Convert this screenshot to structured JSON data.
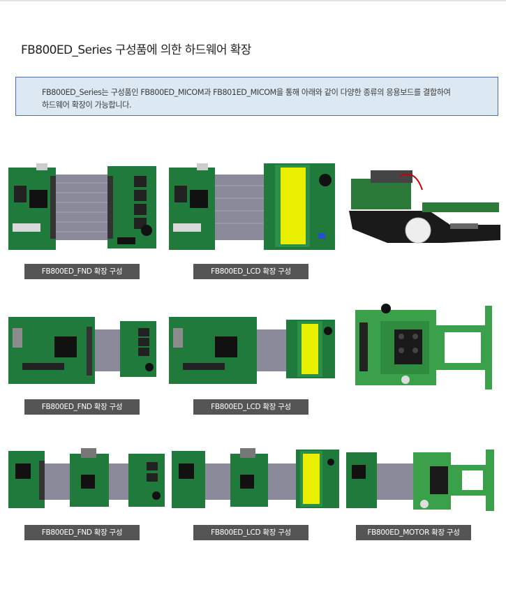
{
  "header": {
    "title": "FB800ED_Series 구성품에 의한 하드웨어 확장"
  },
  "description": {
    "line1": "FB800ED_Series는 구성품인 FB800ED_MICOM과 FB801ED_MICOM을 통해 아래와 같이 다양한 종류의 응용보드를 결합하여",
    "line2": "하드웨어 확장이 가능합니다."
  },
  "colors": {
    "caption_bg": "#555555",
    "box_bg": "#dde9f2",
    "box_border": "#4d6fa3",
    "pcb_green": "#1f7a3c",
    "ribbon": "#8a8a9a",
    "lcd_yellow": "#e8f000"
  },
  "rows": [
    {
      "items": [
        {
          "caption": "FB800ED_FND 확장 구성",
          "kind": "fnd"
        },
        {
          "caption": "FB800ED_LCD 확장 구성",
          "kind": "lcd"
        },
        {
          "caption": "",
          "kind": "robot"
        }
      ]
    },
    {
      "items": [
        {
          "caption": "FB800ED_FND 확장 구성",
          "kind": "fnd2"
        },
        {
          "caption": "FB800ED_LCD 확장 구성",
          "kind": "lcd2"
        },
        {
          "caption": "",
          "kind": "motor-board"
        }
      ]
    },
    {
      "items": [
        {
          "caption": "FB800ED_FND 확장 구성",
          "kind": "fnd3"
        },
        {
          "caption": "FB800ED_LCD 확장 구성",
          "kind": "lcd3"
        },
        {
          "caption": "FB800ED_MOTOR 확장 구성",
          "kind": "motor3"
        }
      ]
    }
  ]
}
